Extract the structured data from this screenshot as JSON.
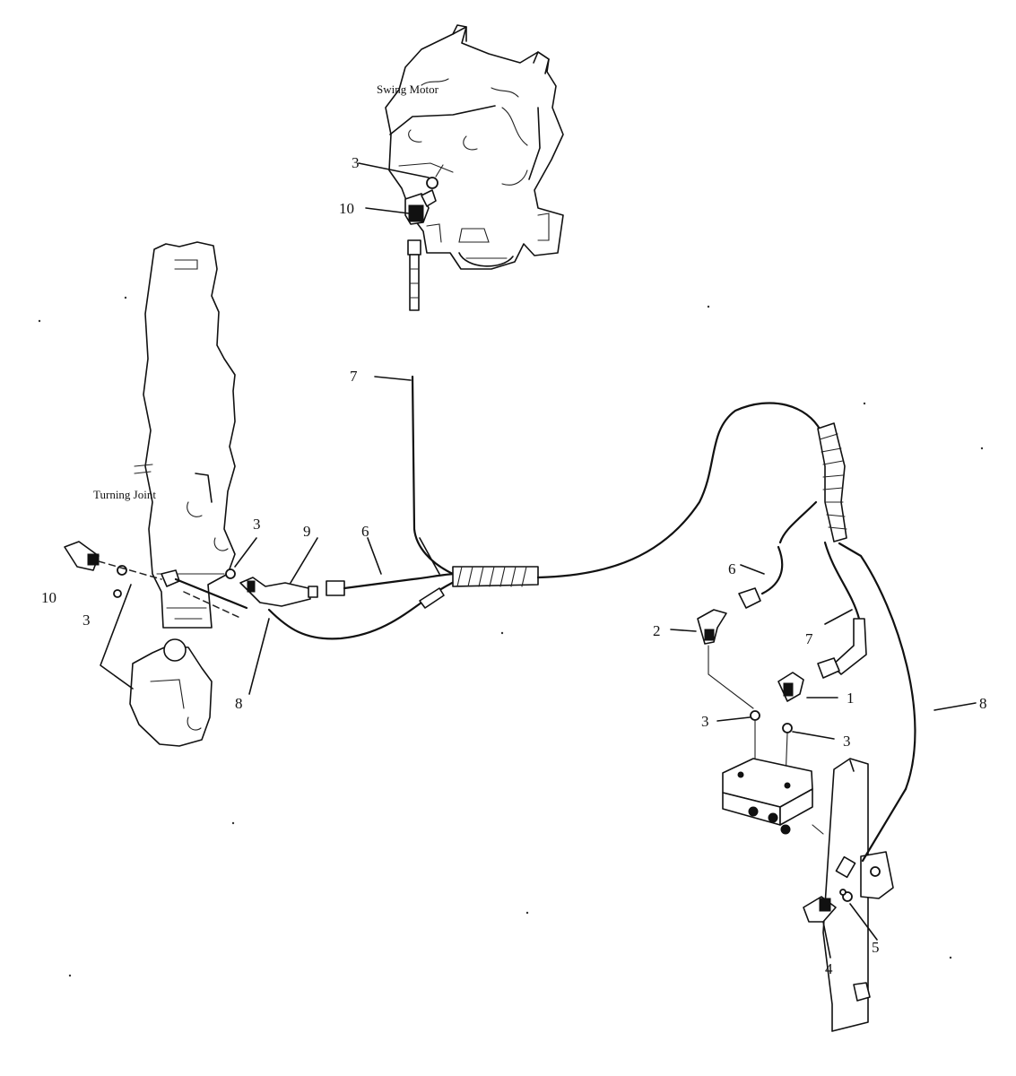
{
  "components": {
    "swing_motor": "Swing Motor",
    "turning_joint": "Turning Joint"
  },
  "callouts": {
    "c1": "1",
    "c2": "2",
    "c3_motor": "3",
    "c3_joint_a": "3",
    "c3_joint_b": "3",
    "c3_valve_left": "3",
    "c3_valve_right": "3",
    "c4": "4",
    "c5": "5",
    "c6_left": "6",
    "c6_right": "6",
    "c7_left": "7",
    "c7_right": "7",
    "c8_left": "8",
    "c8_right": "8",
    "c9": "9",
    "c10_motor": "10",
    "c10_joint": "10"
  }
}
